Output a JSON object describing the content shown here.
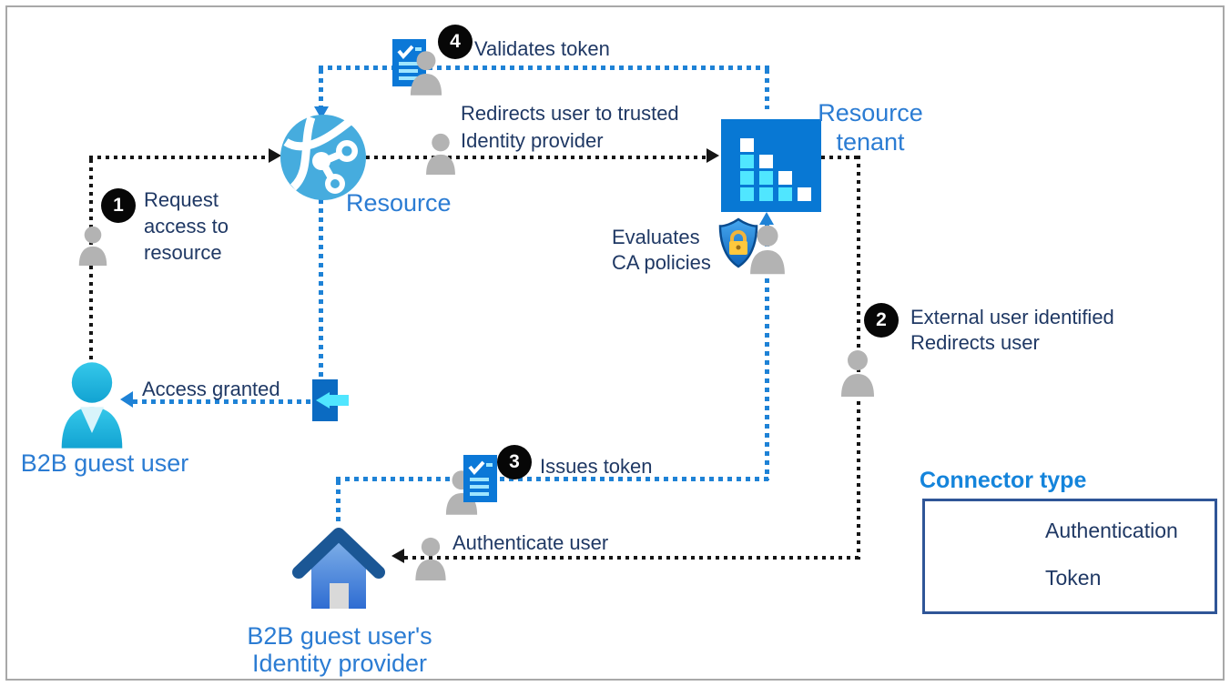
{
  "nodes": {
    "guest": {
      "label": "B2B guest user"
    },
    "resource": {
      "label": "Resource"
    },
    "tenant": {
      "line1": "Resource",
      "line2": "tenant"
    },
    "idp": {
      "line1": "B2B guest user's",
      "line2": "Identity provider"
    }
  },
  "steps": {
    "s1": {
      "num": "1",
      "l1": "Request",
      "l2": "access to",
      "l3": "resource"
    },
    "s2": {
      "num": "2",
      "l1": "External user identified",
      "l2": "Redirects user"
    },
    "s3": {
      "num": "3",
      "label": "Issues token"
    },
    "s4": {
      "num": "4",
      "label": "Validates token"
    }
  },
  "annotations": {
    "redirect_l1": "Redirects user to trusted",
    "redirect_l2": "Identity provider",
    "evaluates_l1": "Evaluates",
    "evaluates_l2": "CA policies",
    "access_granted": "Access granted",
    "authenticate": "Authenticate user"
  },
  "legend": {
    "title": "Connector type",
    "items": [
      {
        "label": "Authentication",
        "color": "#151515"
      },
      {
        "label": "Token",
        "color": "#1e82d6"
      }
    ]
  },
  "colors": {
    "token_line": "#1e82d6",
    "auth_line": "#151515",
    "node_label_blue": "#2b7cd3",
    "tenant_blue": "#0878d4",
    "cyan_accent": "#50e6ff"
  }
}
